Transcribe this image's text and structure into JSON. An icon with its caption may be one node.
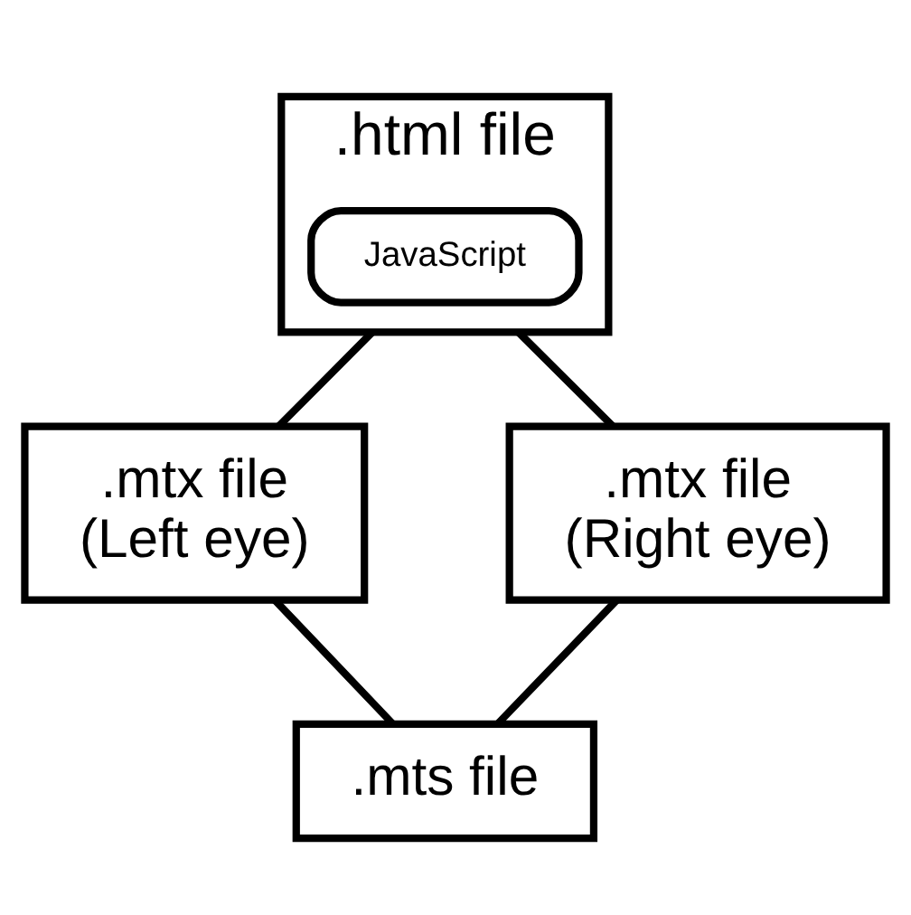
{
  "diagram": {
    "nodes": [
      {
        "text": [
          ".html file"
        ]
      },
      {
        "text": [
          "JavaScript"
        ],
        "in": 0
      },
      {
        "text": [
          ".mtx file",
          "(Left eye)"
        ]
      },
      {
        "text": [
          ".mtx file",
          "(Right eye)"
        ]
      },
      {
        "text": [
          ".mts file"
        ]
      }
    ],
    "edges": [
      {
        "from": 0,
        "to": 2,
        "arrow": "none"
      },
      {
        "from": 0,
        "to": 3,
        "arrow": "none"
      },
      {
        "from": 2,
        "to": 4,
        "arrow": "none"
      },
      {
        "from": 3,
        "to": 4,
        "arrow": "none"
      }
    ]
  }
}
